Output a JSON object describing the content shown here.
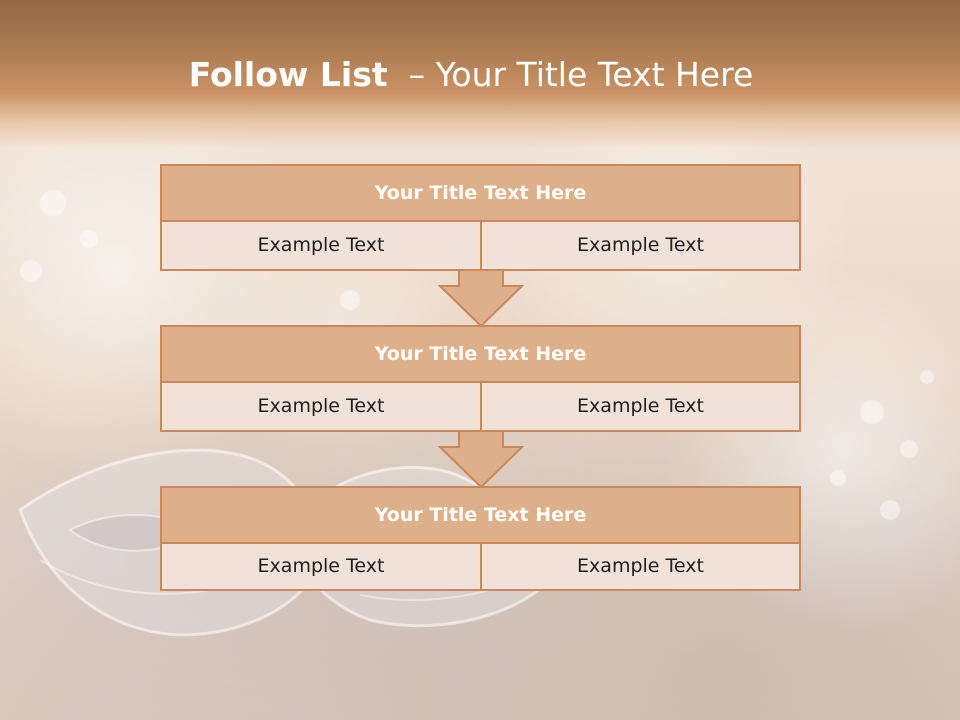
{
  "title": {
    "bold": "Follow List",
    "rest": "– Your Title Text Here"
  },
  "blocks": [
    {
      "title": "Your Title Text Here",
      "left": "Example Text",
      "right": "Example Text"
    },
    {
      "title": "Your Title Text Here",
      "left": "Example Text",
      "right": "Example Text"
    },
    {
      "title": "Your Title Text Here",
      "left": "Example Text",
      "right": "Example Text"
    }
  ],
  "colors": {
    "header": "#b17f55",
    "box_title_fill": "#ddb08a",
    "box_border": "#c9875a",
    "cell_fill": "#f0e2d9",
    "arrow_fill": "#ddb08a"
  },
  "icons": [
    "down-arrow-icon",
    "down-arrow-icon"
  ]
}
